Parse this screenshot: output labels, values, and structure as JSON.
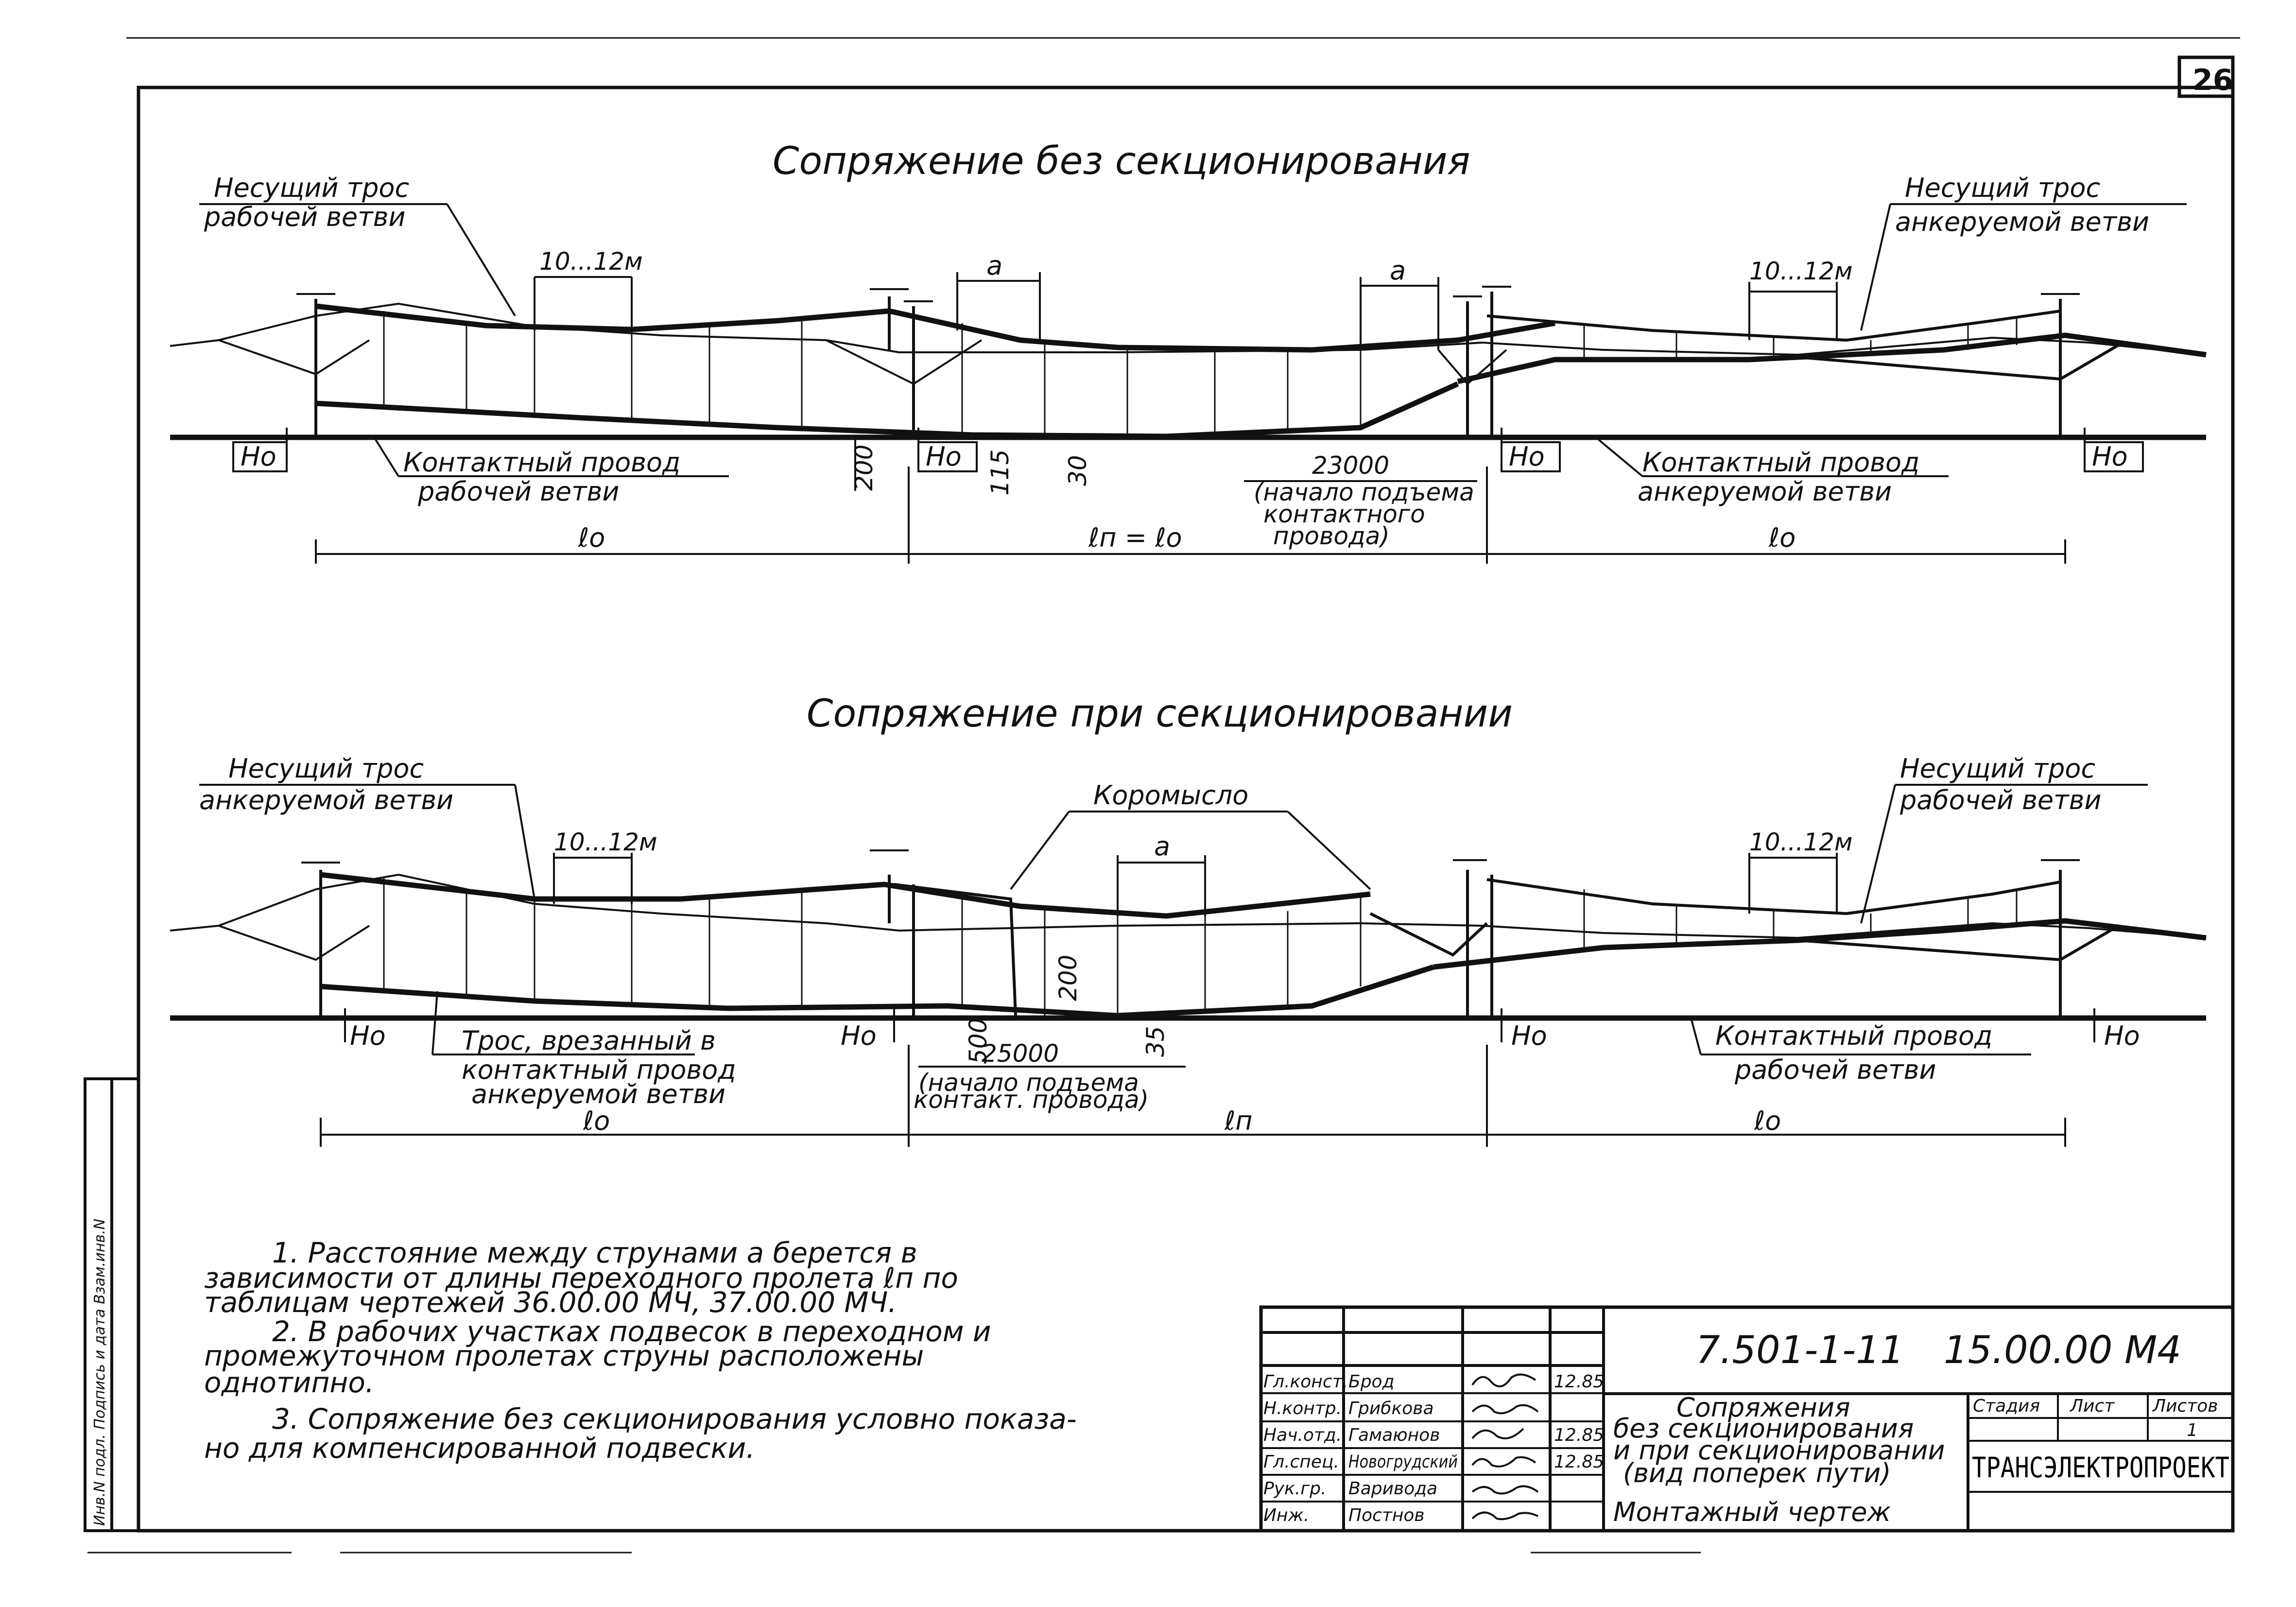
{
  "sheet": {
    "number": "26"
  },
  "top_diagram": {
    "title": "Сопряжение без секционирования",
    "labels": {
      "messenger_left_1": "Несущий трос",
      "messenger_left_2": "рабочей ветви",
      "messenger_right_1": "Несущий трос",
      "messenger_right_2": "анкеруемой ветви",
      "contact_left_1": "Контактный провод",
      "contact_left_2": "рабочей ветви",
      "contact_right_1": "Контактный провод",
      "contact_right_2": "анкеруемой ветви",
      "dropper_spacing_left": "10...12м",
      "dropper_spacing_right": "10...12м",
      "a_left": "а",
      "a_right": "а",
      "ho_1": "Но",
      "ho_2": "Но",
      "ho_3": "Но",
      "ho_4": "Но",
      "dim_200": "200",
      "dim_115": "115",
      "dim_30": "30",
      "dim_23000": "23000",
      "rise_note_1": "(начало подъема",
      "rise_note_2": "контактного",
      "rise_note_3": "провода)",
      "span_left": "ℓо",
      "span_mid": "ℓп = ℓо",
      "span_right": "ℓо"
    }
  },
  "bottom_diagram": {
    "title": "Сопряжение при секционировании",
    "labels": {
      "messenger_left_1": "Несущий трос",
      "messenger_left_2": "анкеруемой ветви",
      "messenger_right_1": "Несущий трос",
      "messenger_right_2": "рабочей ветви",
      "rocker": "Коромысло",
      "dropper_spacing_left": "10...12м",
      "dropper_spacing_right": "10...12м",
      "a_mid": "а",
      "ho_1": "Но",
      "ho_2": "Но",
      "ho_3": "Но",
      "ho_4": "Но",
      "cable_1": "Трос, врезанный в",
      "cable_2": "контактный провод",
      "cable_3": "анкеруемой ветви",
      "contact_right_1": "Контактный провод",
      "contact_right_2": "рабочей ветви",
      "dim_500": "500",
      "dim_200": "200",
      "dim_35": "35",
      "dim_25000": "25000",
      "rise_note_1": "(начало подъема",
      "rise_note_2": "контакт. провода)",
      "span_left": "ℓо",
      "span_mid": "ℓп",
      "span_right": "ℓо"
    }
  },
  "notes": [
    "1. Расстояние между струнами а берется в",
    "зависимости от длины переходного пролета ℓп по",
    "таблицам чертежей 36.00.00 МЧ, 37.00.00 МЧ.",
    "2. В рабочих участках подвесок в переходном и",
    "промежуточном пролетах струны расположены",
    "однотипно.",
    "3. Сопряжение без секционирования условно показа-",
    "но для компенсированной подвески."
  ],
  "title_block": {
    "code": "7.501-1-11",
    "drawing": "15.00.00 М4",
    "title_lines": [
      "Сопряжения",
      "без секционирования",
      "и при секционировании",
      "(вид поперек пути)",
      "Монтажный чертеж"
    ],
    "stage_header": "Стадия",
    "sheet_header": "Лист",
    "sheets_header": "Листов",
    "sheets_value": "1",
    "company": "ТРАНСЭЛЕКТРОПРОЕКТ",
    "rows": [
      {
        "role": "Гл.конст.",
        "name": "Брод",
        "date": "12.85"
      },
      {
        "role": "Н.контр.",
        "name": "Грибкова",
        "date": ""
      },
      {
        "role": "Нач.отд.",
        "name": "Гамаюнов",
        "date": "12.85"
      },
      {
        "role": "Гл.спец.",
        "name": "Новогрудский",
        "date": "12.85"
      },
      {
        "role": "Рук.гр.",
        "name": "Варивода",
        "date": ""
      },
      {
        "role": "Инж.",
        "name": "Постнов",
        "date": ""
      }
    ]
  },
  "side_stamp": "Инв.N подл. Подпись и дата Взам.инв.N"
}
